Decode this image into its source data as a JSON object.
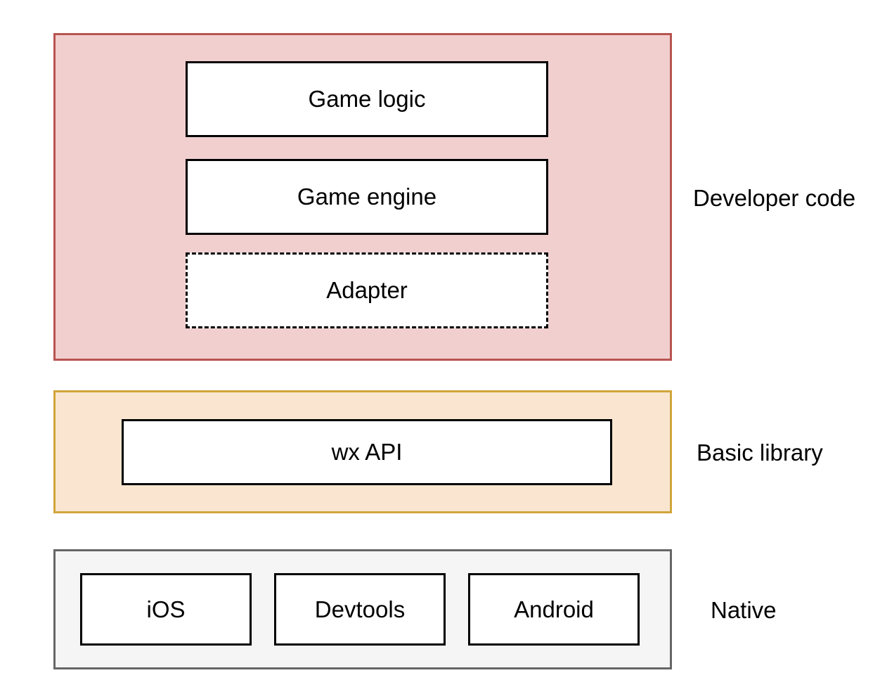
{
  "layers": {
    "developer": {
      "label": "Developer code",
      "fill": "#f1cfcf",
      "stroke": "#b85450",
      "boxes": {
        "game_logic": "Game logic",
        "game_engine": "Game engine",
        "adapter": "Adapter"
      }
    },
    "basic": {
      "label": "Basic library",
      "fill": "#fae6d0",
      "stroke": "#d1a53b",
      "boxes": {
        "wx_api": "wx API"
      }
    },
    "native": {
      "label": "Native",
      "fill": "#f5f5f5",
      "stroke": "#666666",
      "boxes": {
        "ios": "iOS",
        "devtools": "Devtools",
        "android": "Android"
      }
    }
  }
}
